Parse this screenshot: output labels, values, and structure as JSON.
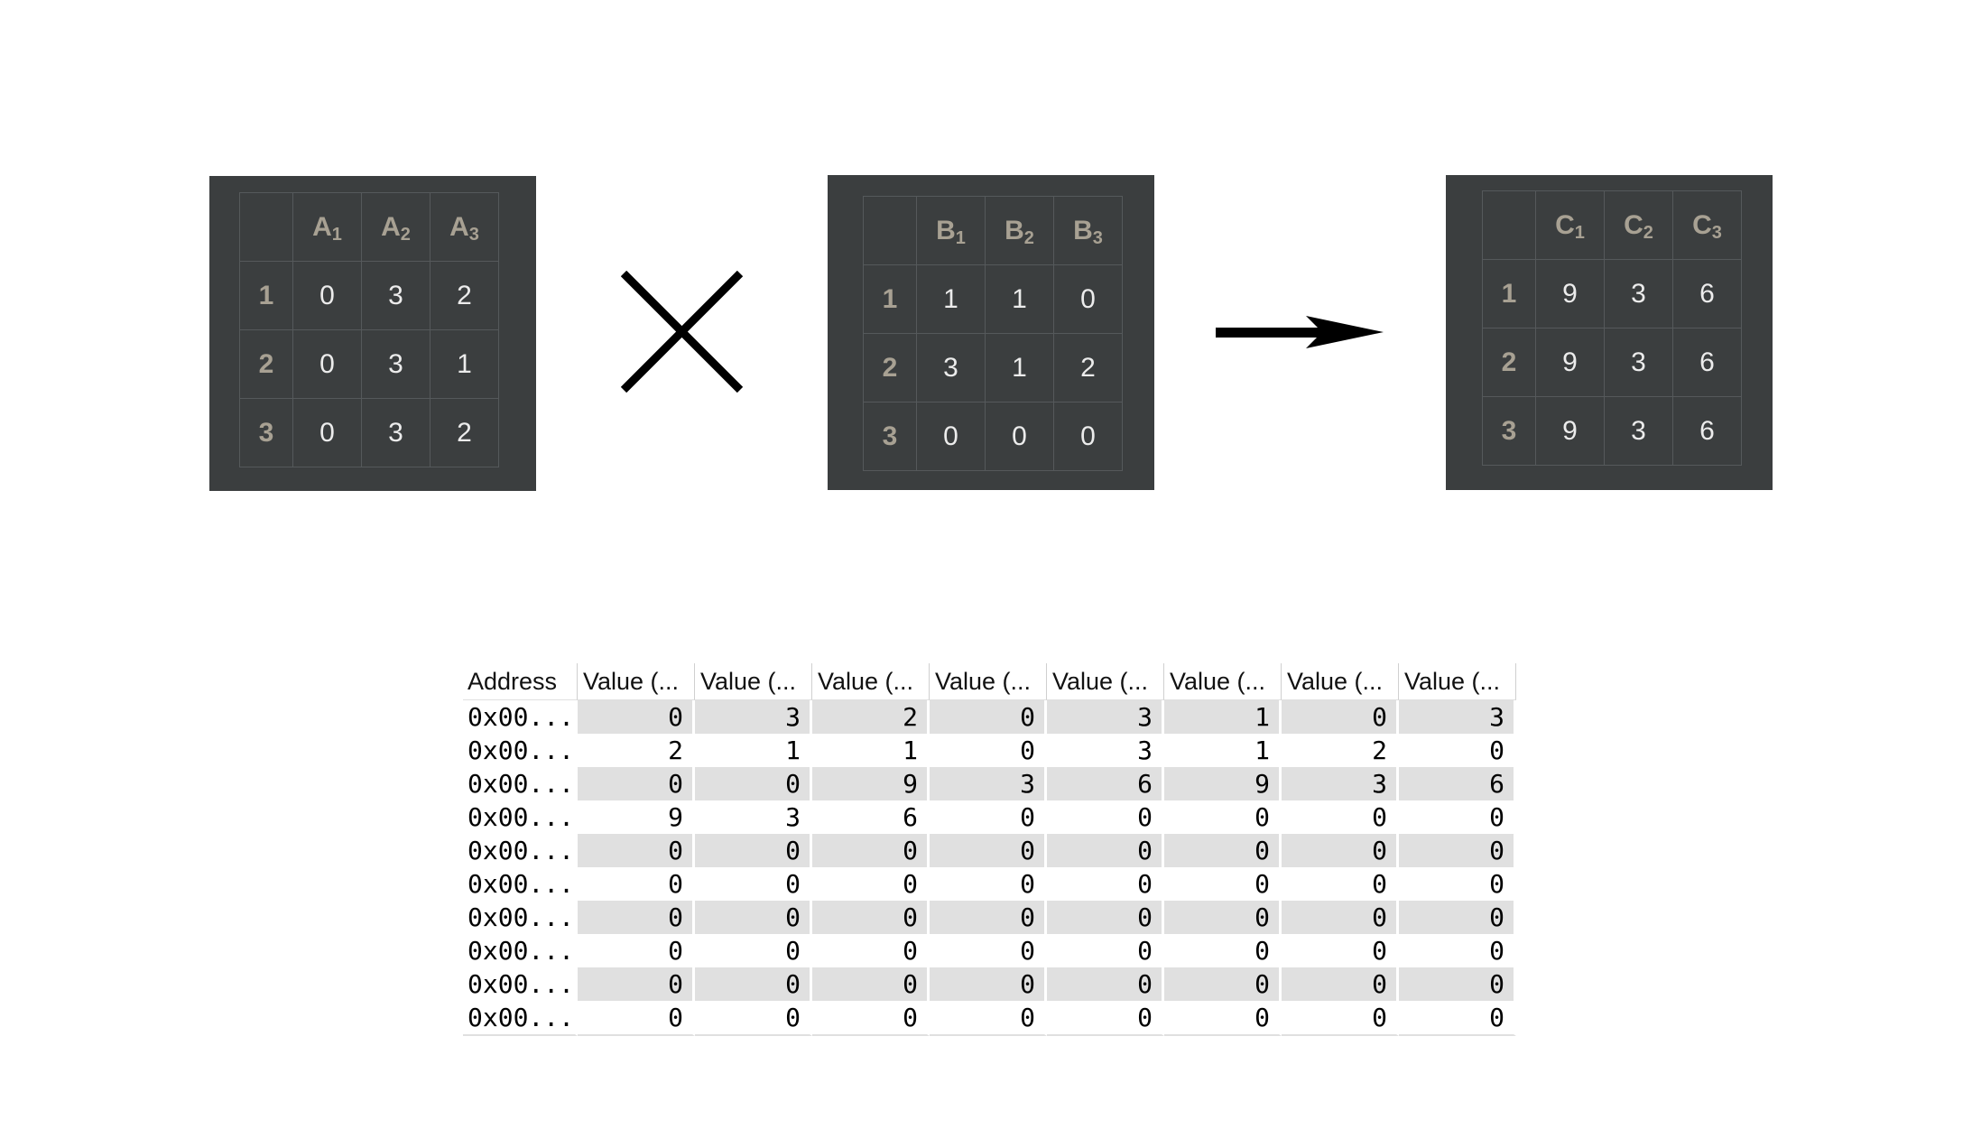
{
  "matrices": [
    {
      "id": "a",
      "col_letter": "A",
      "col_subs": [
        "1",
        "2",
        "3"
      ],
      "row_labels": [
        "1",
        "2",
        "3"
      ],
      "rows": [
        [
          "0",
          "3",
          "2"
        ],
        [
          "0",
          "3",
          "1"
        ],
        [
          "0",
          "3",
          "2"
        ]
      ]
    },
    {
      "id": "b",
      "col_letter": "B",
      "col_subs": [
        "1",
        "2",
        "3"
      ],
      "row_labels": [
        "1",
        "2",
        "3"
      ],
      "rows": [
        [
          "1",
          "1",
          "0"
        ],
        [
          "3",
          "1",
          "2"
        ],
        [
          "0",
          "0",
          "0"
        ]
      ]
    },
    {
      "id": "c",
      "col_letter": "C",
      "col_subs": [
        "1",
        "2",
        "3"
      ],
      "row_labels": [
        "1",
        "2",
        "3"
      ],
      "rows": [
        [
          "9",
          "3",
          "6"
        ],
        [
          "9",
          "3",
          "6"
        ],
        [
          "9",
          "3",
          "6"
        ]
      ]
    }
  ],
  "operators": {
    "multiply_icon": "times-icon",
    "result_icon": "arrow-right-icon"
  },
  "memory_table": {
    "headers": [
      "Address",
      "Value (...",
      "Value (...",
      "Value (...",
      "Value (...",
      "Value (...",
      "Value (...",
      "Value (...",
      "Value (..."
    ],
    "rows": [
      {
        "address": "0x00...",
        "values": [
          "0",
          "3",
          "2",
          "0",
          "3",
          "1",
          "0",
          "3"
        ]
      },
      {
        "address": "0x00...",
        "values": [
          "2",
          "1",
          "1",
          "0",
          "3",
          "1",
          "2",
          "0"
        ]
      },
      {
        "address": "0x00...",
        "values": [
          "0",
          "0",
          "9",
          "3",
          "6",
          "9",
          "3",
          "6"
        ]
      },
      {
        "address": "0x00...",
        "values": [
          "9",
          "3",
          "6",
          "0",
          "0",
          "0",
          "0",
          "0"
        ]
      },
      {
        "address": "0x00...",
        "values": [
          "0",
          "0",
          "0",
          "0",
          "0",
          "0",
          "0",
          "0"
        ]
      },
      {
        "address": "0x00...",
        "values": [
          "0",
          "0",
          "0",
          "0",
          "0",
          "0",
          "0",
          "0"
        ]
      },
      {
        "address": "0x00...",
        "values": [
          "0",
          "0",
          "0",
          "0",
          "0",
          "0",
          "0",
          "0"
        ]
      },
      {
        "address": "0x00...",
        "values": [
          "0",
          "0",
          "0",
          "0",
          "0",
          "0",
          "0",
          "0"
        ]
      },
      {
        "address": "0x00...",
        "values": [
          "0",
          "0",
          "0",
          "0",
          "0",
          "0",
          "0",
          "0"
        ]
      },
      {
        "address": "0x00...",
        "values": [
          "0",
          "0",
          "0",
          "0",
          "0",
          "0",
          "0",
          "0"
        ]
      }
    ]
  },
  "colors": {
    "panel_bg": "#3b3e3f",
    "header_text": "#a8a193",
    "cell_text": "#ececec",
    "row_shade": "#e0e0e0"
  }
}
